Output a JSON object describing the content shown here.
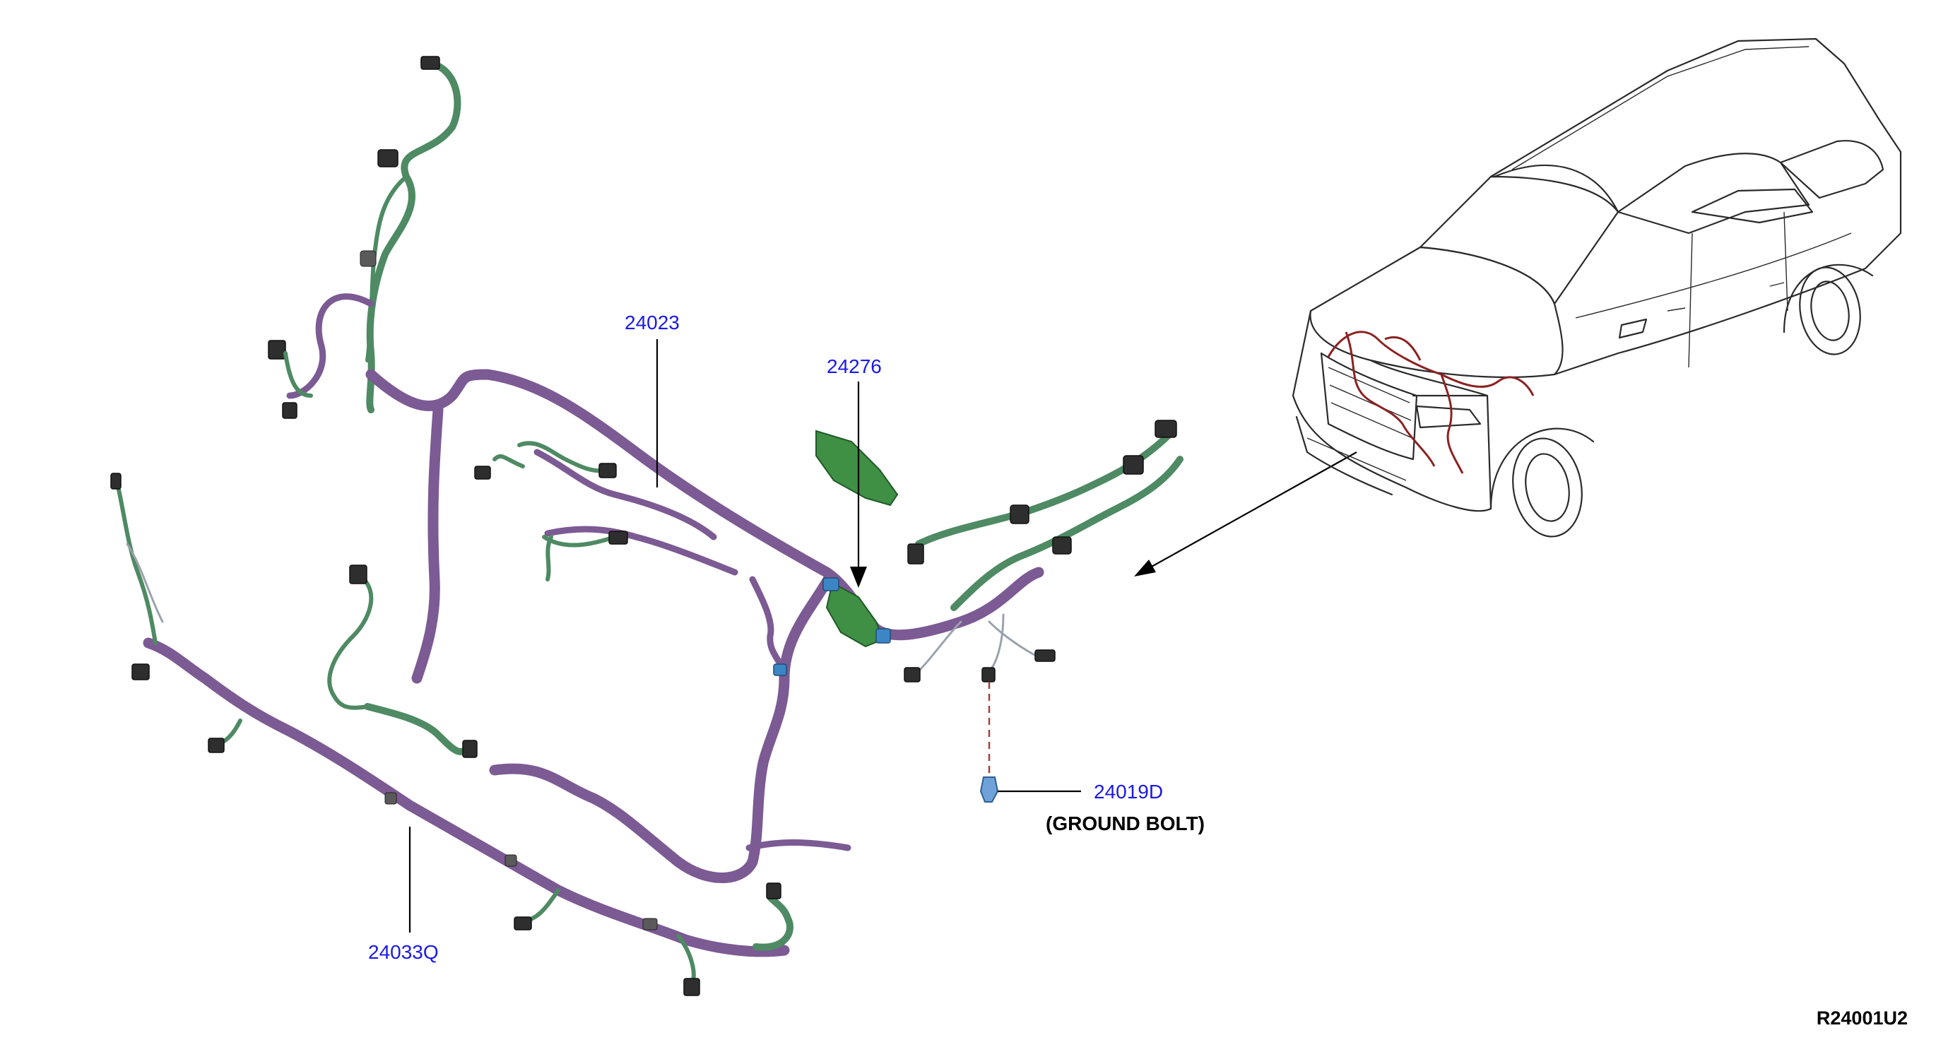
{
  "diagram": {
    "figure_id": "R24001U2",
    "callouts": {
      "c24023": "24023",
      "c24276": "24276",
      "c24033Q": "24033Q",
      "c24019D": "24019D"
    },
    "notes": {
      "ground_bolt": "(GROUND BOLT)"
    },
    "colors": {
      "callout_text": "#1a1ae6",
      "harness_main": "#7c5a93",
      "harness_branch": "#4e8a63",
      "vehicle_wiring": "#8b2222",
      "connector_blue": "#3d86c6"
    }
  }
}
